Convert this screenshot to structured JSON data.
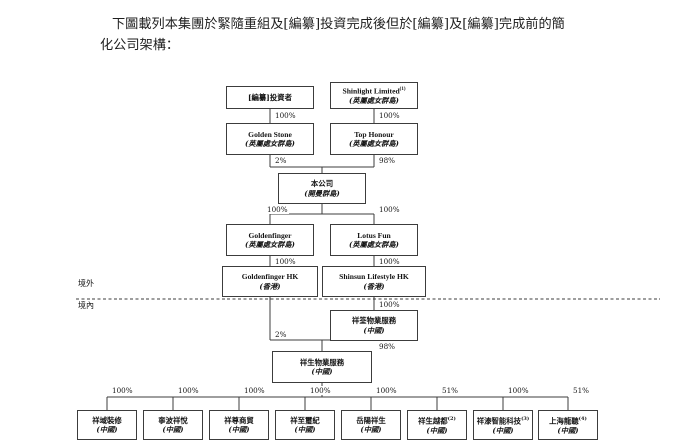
{
  "intro": {
    "line1": "下圖載列本集團於緊隨重組及[編纂]投資完成後但於[編纂]及[編纂]完成前的簡",
    "line2": "化公司架構："
  },
  "zones": {
    "offshore": "境外",
    "onshore": "境內"
  },
  "nodes": {
    "investor": {
      "l1": "[編纂]投資者",
      "l2": ""
    },
    "shinlight": {
      "l1": "Shinlight Limited",
      "sup": "(1)",
      "l2": "(英屬處女群島)"
    },
    "golden_stone": {
      "l1": "Golden Stone",
      "l2": "(英屬處女群島)"
    },
    "top_honour": {
      "l1": "Top Honour",
      "l2": "(英屬處女群島)"
    },
    "company": {
      "l1": "本公司",
      "l2": "(開曼群島)"
    },
    "goldenfinger": {
      "l1": "Goldenfinger",
      "l2": "(英屬處女群島)"
    },
    "lotus_fun": {
      "l1": "Lotus Fun",
      "l2": "(英屬處女群島)"
    },
    "goldenfinger_hk": {
      "l1": "Goldenfinger HK",
      "l2": "(香港)"
    },
    "shinsun_hk": {
      "l1": "Shinsun Lifestyle HK",
      "l2": "(香港)"
    },
    "xiangkun": {
      "l1": "祥筌物業服務",
      "l2": "(中國)"
    },
    "xiangsheng": {
      "l1": "祥生物業服務",
      "l2": "(中國)"
    }
  },
  "subsidiaries": [
    {
      "l1": "祥域裝修",
      "sup": "",
      "l2": "(中國)",
      "pct": "100%"
    },
    {
      "l1": "寧波祥悅",
      "sup": "",
      "l2": "(中國)",
      "pct": "100%"
    },
    {
      "l1": "祥尊商貿",
      "sup": "",
      "l2": "(中國)",
      "pct": "100%"
    },
    {
      "l1": "祥至璽紀",
      "sup": "",
      "l2": "(中國)",
      "pct": "100%"
    },
    {
      "l1": "岳陽祥生",
      "sup": "",
      "l2": "(中國)",
      "pct": "100%"
    },
    {
      "l1": "祥生越都",
      "sup": "(2)",
      "l2": "(中國)",
      "pct": "51%"
    },
    {
      "l1": "祥溙智能科技",
      "sup": "(3)",
      "l2": "(中國)",
      "pct": "100%"
    },
    {
      "l1": "上海龍聽",
      "sup": "(4)",
      "l2": "(中國)",
      "pct": "51%"
    }
  ],
  "edge_percents": {
    "investor_to_golden_stone": "100%",
    "shinlight_to_top_honour": "100%",
    "golden_stone_to_company": "2%",
    "top_honour_to_company": "98%",
    "company_to_goldenfinger": "100%",
    "company_to_lotus_fun": "100%",
    "goldenfinger_to_hk": "100%",
    "lotus_fun_to_shinsun_hk": "100%",
    "shinsun_hk_to_xiangkun": "100%",
    "goldenfinger_hk_to_xiangsheng": "2%",
    "xiangkun_to_xiangsheng": "98%"
  },
  "colors": {
    "line": "#3c3c3c",
    "text": "#141414",
    "background": "#ffffff"
  }
}
